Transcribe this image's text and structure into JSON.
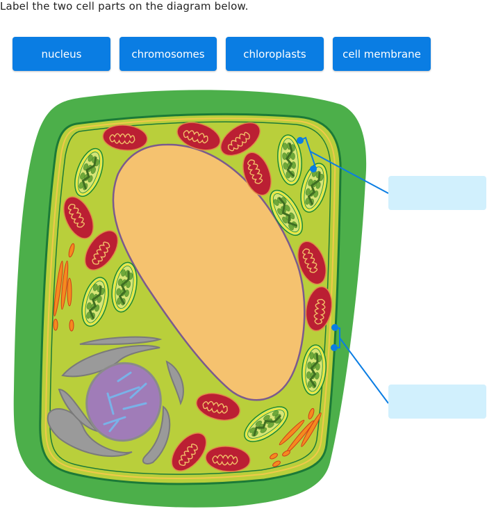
{
  "question": {
    "prompt": "Label the two cell parts on the diagram below."
  },
  "answer_tiles": [
    {
      "label": "nucleus"
    },
    {
      "label": "chromosomes"
    },
    {
      "label": "chloroplasts"
    },
    {
      "label": "cell membrane"
    }
  ],
  "diagram": {
    "subject": "plant cell",
    "targets": [
      {
        "id": "target-1",
        "points_to": "chloroplasts",
        "value": ""
      },
      {
        "id": "target-2",
        "points_to": "cell membrane",
        "value": ""
      }
    ]
  },
  "colors": {
    "tile_bg": "#0a7de3",
    "tile_text": "#ffffff",
    "drop_zone_bg": "#d1f0fd",
    "leader_line": "#0a7de3",
    "cell_wall": "#4caf4a",
    "cytoplasm": "#b9cf3b",
    "vacuole": "#f5c26f",
    "nucleus": "#a07cb8",
    "mitochondria": "#bb1f33",
    "chloroplast": "#d6e576",
    "golgi_er": "#9a9a9a"
  }
}
